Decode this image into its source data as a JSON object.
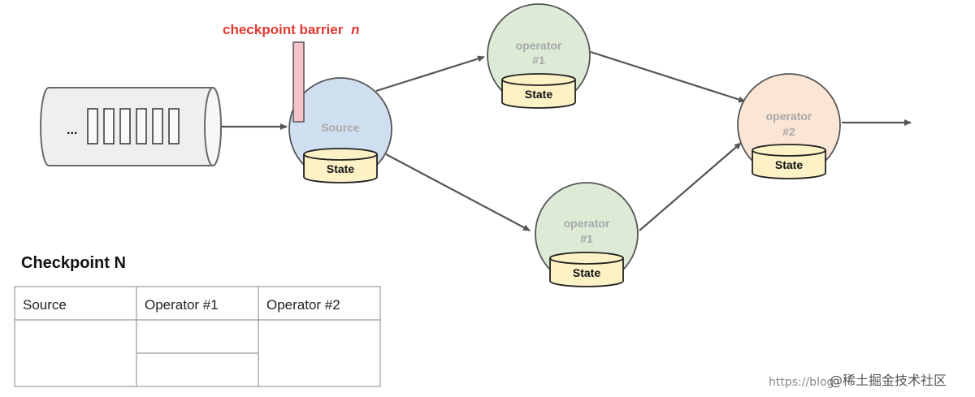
{
  "barrier": {
    "label": "checkpoint barrier",
    "label_var": "n"
  },
  "queue": {
    "ellipsis": "..."
  },
  "nodes": {
    "source": {
      "label": "Source",
      "state": "State",
      "color": "#cfdff0"
    },
    "operator_top": {
      "label_line1": "operator",
      "label_line2": "#1",
      "state": "State",
      "color": "#dcead6"
    },
    "operator_bottom": {
      "label_line1": "operator",
      "label_line2": "#1",
      "state": "State",
      "color": "#dcead6"
    },
    "operator_2": {
      "label_line1": "operator",
      "label_line2": "#2",
      "state": "State",
      "color": "#fbe6d6"
    }
  },
  "checkpoint_table": {
    "title": "Checkpoint N",
    "headers": [
      "Source",
      "Operator #1",
      "Operator #2"
    ]
  },
  "watermark": {
    "url": "https://blog",
    "brand": "@稀土掘金技术社区"
  },
  "colors": {
    "barrier_red": "#e0382e",
    "barrier_fill": "#f4c3c8",
    "state_fill": "#fdf1c6",
    "arrow": "#555555",
    "source_fill": "#cfdff0",
    "operator1_fill": "#dcead6",
    "operator2_fill": "#fbe6d6"
  }
}
